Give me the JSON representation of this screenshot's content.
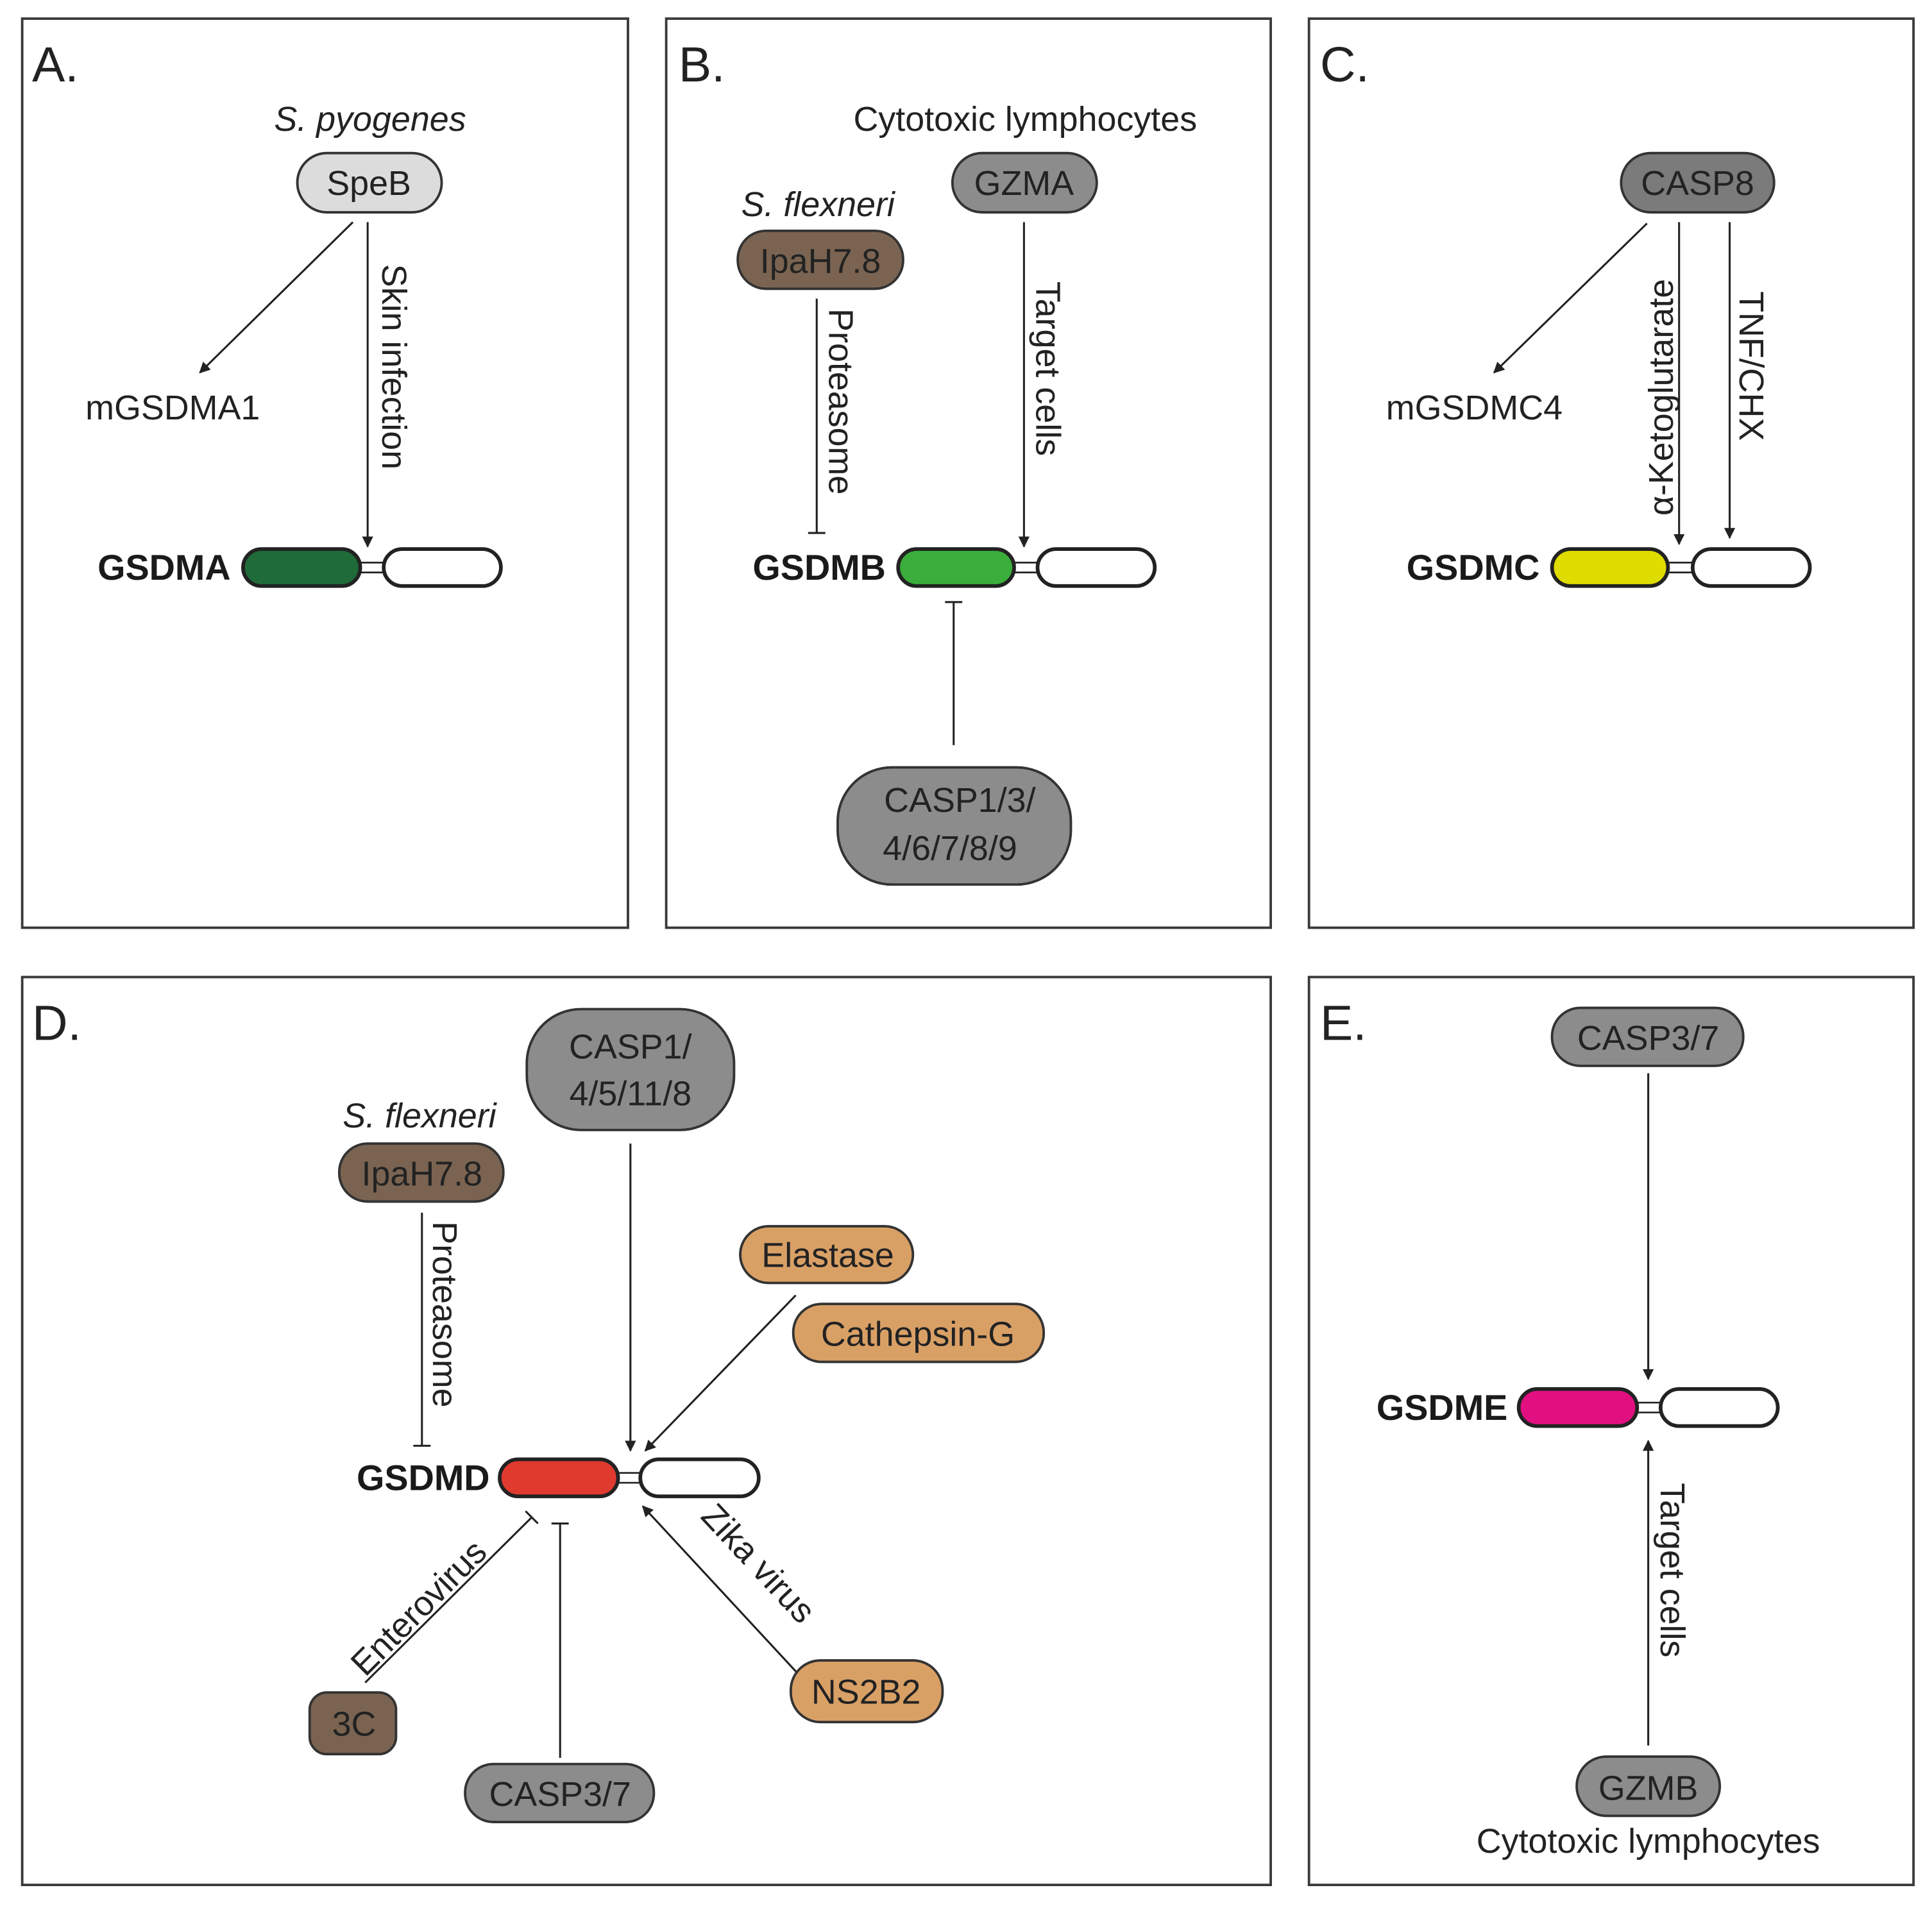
{
  "figure": {
    "colors": {
      "light_gray": "#dcdcdc",
      "gray": "#8c8c8c",
      "dark_gray": "#7b7b7b",
      "brown": "#7a6451",
      "tan": "#d9a066",
      "gsdma": "#1f6b39",
      "gsdmb": "#3aad3a",
      "gsdmc": "#dfdc00",
      "gsdmd": "#e03a2e",
      "gsdme": "#e10f80"
    },
    "panels": {
      "A": {
        "letter": "A.",
        "source_label": "S. pyogenes",
        "node_speb": "SpeB",
        "target_mouse": "mGSDMA1",
        "edge_label": "Skin infection",
        "gasdermin": "GSDMA"
      },
      "B": {
        "letter": "B.",
        "source_cytotoxic": "Cytotoxic lymphocytes",
        "node_gzma": "GZMA",
        "source_bacteria": "S. flexneri",
        "node_ipah": "IpaH7.8",
        "edge_proteasome": "Proteasome",
        "edge_target_cells": "Target cells",
        "gasdermin": "GSDMB",
        "node_casp_line1": "CASP1/3/",
        "node_casp_line2": "4/6/7/8/9"
      },
      "C": {
        "letter": "C.",
        "node_casp8": "CASP8",
        "target_mouse": "mGSDMC4",
        "edge_akg": "α-Ketoglutarate",
        "edge_tnf": "TNF/CHX",
        "gasdermin": "GSDMC"
      },
      "D": {
        "letter": "D.",
        "node_casp_line1": "CASP1/",
        "node_casp_line2": "4/5/11/8",
        "source_bacteria": "S. flexneri",
        "node_ipah": "IpaH7.8",
        "edge_proteasome": "Proteasome",
        "node_elastase": "Elastase",
        "node_cathepsin": "Cathepsin-G",
        "gasdermin": "GSDMD",
        "edge_enterovirus": "Enterovirus",
        "node_3c": "3C",
        "node_casp37": "CASP3/7",
        "edge_zika": "Zika virus",
        "node_ns2b2": "NS2B2"
      },
      "E": {
        "letter": "E.",
        "node_casp37": "CASP3/7",
        "gasdermin": "GSDME",
        "edge_target_cells": "Target cells",
        "node_gzmb": "GZMB",
        "source_cytotoxic": "Cytotoxic lymphocytes"
      }
    }
  }
}
